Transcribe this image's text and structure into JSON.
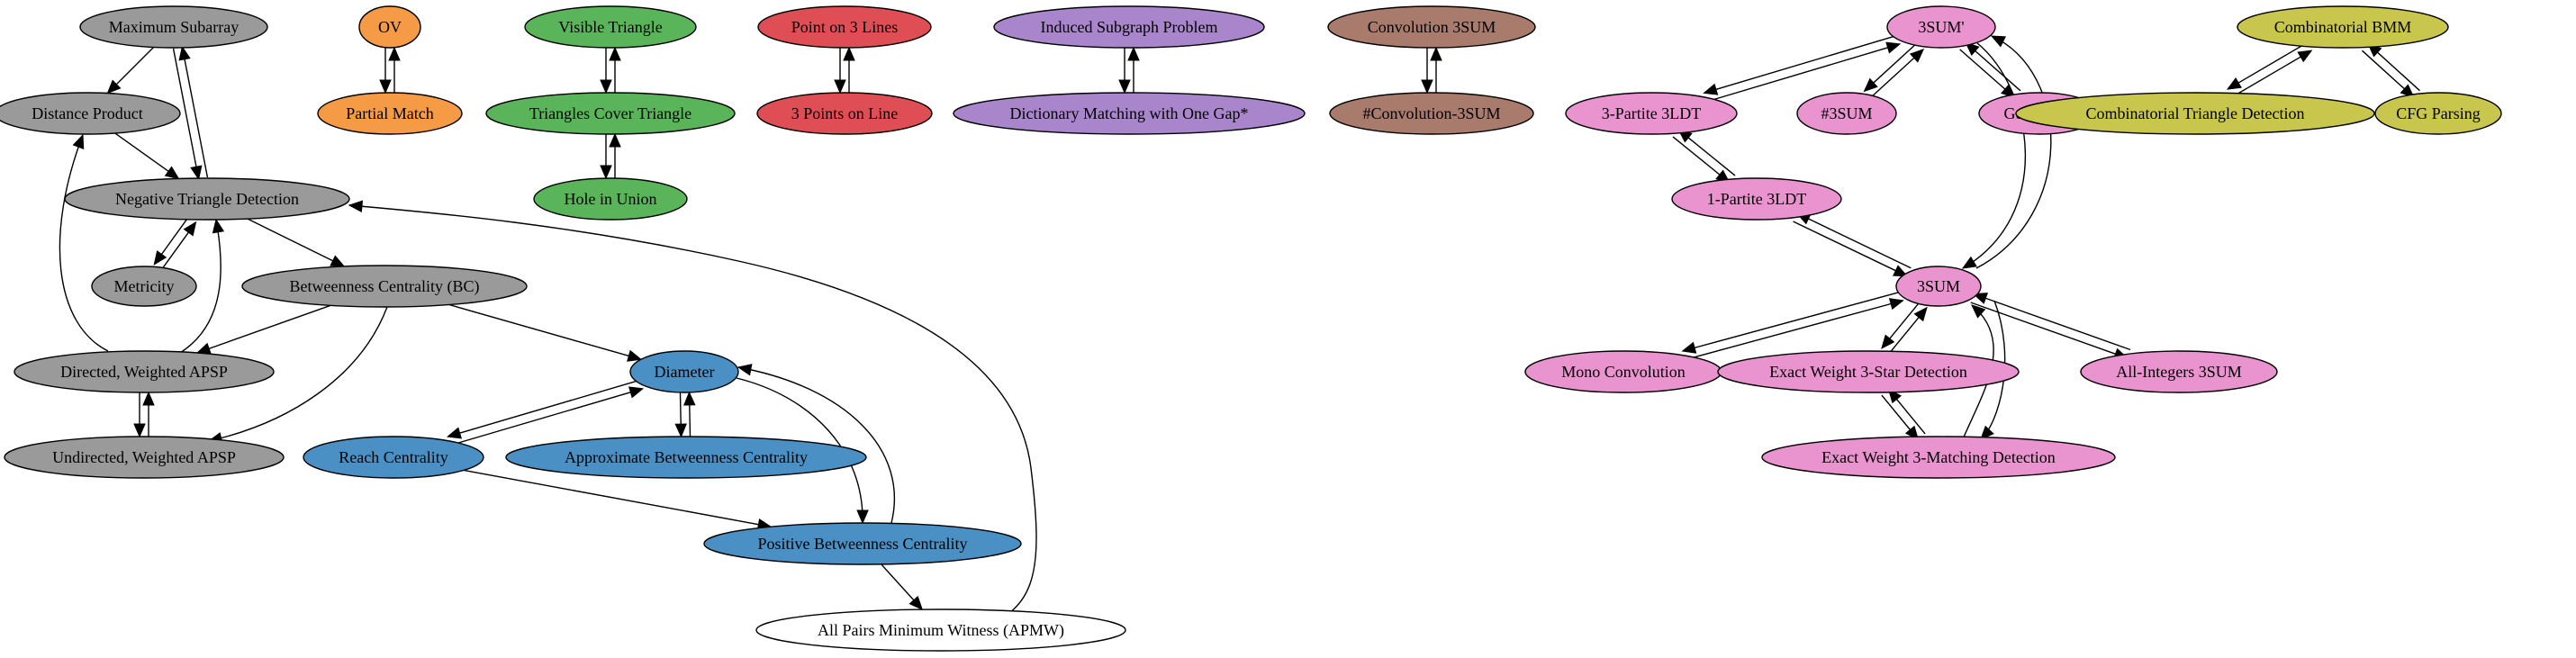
{
  "colors": {
    "gray": "#9a9a9a",
    "orange": "#f59a45",
    "green": "#5ab55a",
    "red": "#e04e55",
    "purple": "#a986cc",
    "brown": "#a87b6c",
    "pink": "#e993cf",
    "olive": "#c9c64e",
    "blue": "#4a90c4",
    "white": "#ffffff"
  },
  "nodes": [
    {
      "id": "max_subarray",
      "label": "Maximum Subarray",
      "color": "gray"
    },
    {
      "id": "distance_product",
      "label": "Distance Product",
      "color": "gray"
    },
    {
      "id": "neg_triangle",
      "label": "Negative Triangle Detection",
      "color": "gray"
    },
    {
      "id": "metricity",
      "label": "Metricity",
      "color": "gray"
    },
    {
      "id": "bc",
      "label": "Betweenness Centrality (BC)",
      "color": "gray"
    },
    {
      "id": "dir_apsp",
      "label": "Directed, Weighted APSP",
      "color": "gray"
    },
    {
      "id": "undir_apsp",
      "label": "Undirected, Weighted APSP",
      "color": "gray"
    },
    {
      "id": "ov",
      "label": "OV",
      "color": "orange"
    },
    {
      "id": "partial_match",
      "label": "Partial Match",
      "color": "orange"
    },
    {
      "id": "visible_triangle",
      "label": "Visible Triangle",
      "color": "green"
    },
    {
      "id": "triangles_cover",
      "label": "Triangles Cover Triangle",
      "color": "green"
    },
    {
      "id": "hole_union",
      "label": "Hole in Union",
      "color": "green"
    },
    {
      "id": "point_3_lines",
      "label": "Point on 3 Lines",
      "color": "red"
    },
    {
      "id": "three_points_line",
      "label": "3 Points on Line",
      "color": "red"
    },
    {
      "id": "induced_subgraph",
      "label": "Induced Subgraph Problem",
      "color": "purple"
    },
    {
      "id": "dict_matching",
      "label": "Dictionary Matching with One Gap*",
      "color": "purple"
    },
    {
      "id": "conv_3sum",
      "label": "Convolution 3SUM",
      "color": "brown"
    },
    {
      "id": "sharp_conv_3sum",
      "label": "#Convolution-3SUM",
      "color": "brown"
    },
    {
      "id": "diameter",
      "label": "Diameter",
      "color": "blue"
    },
    {
      "id": "reach_centrality",
      "label": "Reach Centrality",
      "color": "blue"
    },
    {
      "id": "approx_bc",
      "label": "Approximate Betweenness Centrality",
      "color": "blue"
    },
    {
      "id": "positive_bc",
      "label": "Positive Betweenness Centrality",
      "color": "blue"
    },
    {
      "id": "apmw",
      "label": "All Pairs Minimum Witness (APMW)",
      "color": "white"
    },
    {
      "id": "three_sum_prime",
      "label": "3SUM'",
      "color": "pink"
    },
    {
      "id": "three_partite_3ldt",
      "label": "3-Partite 3LDT",
      "color": "pink"
    },
    {
      "id": "sharp_3sum",
      "label": "#3SUM",
      "color": "pink"
    },
    {
      "id": "geombase",
      "label": "GeomBase",
      "color": "pink"
    },
    {
      "id": "one_partite_3ldt",
      "label": "1-Partite 3LDT",
      "color": "pink"
    },
    {
      "id": "three_sum",
      "label": "3SUM",
      "color": "pink"
    },
    {
      "id": "mono_conv",
      "label": "Mono Convolution",
      "color": "pink"
    },
    {
      "id": "exact_3star",
      "label": "Exact Weight 3-Star Detection",
      "color": "pink"
    },
    {
      "id": "all_int_3sum",
      "label": "All-Integers 3SUM",
      "color": "pink"
    },
    {
      "id": "exact_3matching",
      "label": "Exact Weight 3-Matching Detection",
      "color": "pink"
    },
    {
      "id": "comb_bmm",
      "label": "Combinatorial BMM",
      "color": "olive"
    },
    {
      "id": "comb_triangle",
      "label": "Combinatorial Triangle Detection",
      "color": "olive"
    },
    {
      "id": "cfg_parsing",
      "label": "CFG Parsing",
      "color": "olive"
    }
  ],
  "edges": [
    {
      "from": "max_subarray",
      "to": "distance_product"
    },
    {
      "from": "max_subarray",
      "to": "neg_triangle"
    },
    {
      "from": "neg_triangle",
      "to": "max_subarray"
    },
    {
      "from": "distance_product",
      "to": "neg_triangle"
    },
    {
      "from": "neg_triangle",
      "to": "metricity"
    },
    {
      "from": "metricity",
      "to": "neg_triangle"
    },
    {
      "from": "neg_triangle",
      "to": "bc"
    },
    {
      "from": "dir_apsp",
      "to": "distance_product"
    },
    {
      "from": "dir_apsp",
      "to": "neg_triangle"
    },
    {
      "from": "bc",
      "to": "dir_apsp"
    },
    {
      "from": "bc",
      "to": "undir_apsp"
    },
    {
      "from": "dir_apsp",
      "to": "undir_apsp"
    },
    {
      "from": "undir_apsp",
      "to": "dir_apsp"
    },
    {
      "from": "bc",
      "to": "diameter"
    },
    {
      "from": "diameter",
      "to": "reach_centrality"
    },
    {
      "from": "reach_centrality",
      "to": "diameter"
    },
    {
      "from": "diameter",
      "to": "approx_bc"
    },
    {
      "from": "approx_bc",
      "to": "diameter"
    },
    {
      "from": "diameter",
      "to": "positive_bc"
    },
    {
      "from": "positive_bc",
      "to": "diameter"
    },
    {
      "from": "reach_centrality",
      "to": "positive_bc"
    },
    {
      "from": "positive_bc",
      "to": "apmw"
    },
    {
      "from": "apmw",
      "to": "neg_triangle"
    },
    {
      "from": "ov",
      "to": "partial_match"
    },
    {
      "from": "partial_match",
      "to": "ov"
    },
    {
      "from": "visible_triangle",
      "to": "triangles_cover"
    },
    {
      "from": "triangles_cover",
      "to": "visible_triangle"
    },
    {
      "from": "triangles_cover",
      "to": "hole_union"
    },
    {
      "from": "hole_union",
      "to": "triangles_cover"
    },
    {
      "from": "point_3_lines",
      "to": "three_points_line"
    },
    {
      "from": "three_points_line",
      "to": "point_3_lines"
    },
    {
      "from": "induced_subgraph",
      "to": "dict_matching"
    },
    {
      "from": "dict_matching",
      "to": "induced_subgraph"
    },
    {
      "from": "conv_3sum",
      "to": "sharp_conv_3sum"
    },
    {
      "from": "sharp_conv_3sum",
      "to": "conv_3sum"
    },
    {
      "from": "three_sum_prime",
      "to": "three_partite_3ldt"
    },
    {
      "from": "three_partite_3ldt",
      "to": "three_sum_prime"
    },
    {
      "from": "three_sum_prime",
      "to": "sharp_3sum"
    },
    {
      "from": "sharp_3sum",
      "to": "three_sum_prime"
    },
    {
      "from": "three_sum_prime",
      "to": "geombase"
    },
    {
      "from": "geombase",
      "to": "three_sum_prime"
    },
    {
      "from": "three_sum_prime",
      "to": "three_sum"
    },
    {
      "from": "three_sum",
      "to": "three_sum_prime"
    },
    {
      "from": "three_partite_3ldt",
      "to": "one_partite_3ldt"
    },
    {
      "from": "one_partite_3ldt",
      "to": "three_partite_3ldt"
    },
    {
      "from": "one_partite_3ldt",
      "to": "three_sum"
    },
    {
      "from": "three_sum",
      "to": "one_partite_3ldt"
    },
    {
      "from": "three_sum",
      "to": "mono_conv"
    },
    {
      "from": "mono_conv",
      "to": "three_sum"
    },
    {
      "from": "three_sum",
      "to": "exact_3star"
    },
    {
      "from": "exact_3star",
      "to": "three_sum"
    },
    {
      "from": "three_sum",
      "to": "all_int_3sum"
    },
    {
      "from": "all_int_3sum",
      "to": "three_sum"
    },
    {
      "from": "three_sum",
      "to": "exact_3matching"
    },
    {
      "from": "exact_3matching",
      "to": "three_sum"
    },
    {
      "from": "exact_3star",
      "to": "exact_3matching"
    },
    {
      "from": "exact_3matching",
      "to": "exact_3star"
    },
    {
      "from": "comb_bmm",
      "to": "comb_triangle"
    },
    {
      "from": "comb_triangle",
      "to": "comb_bmm"
    },
    {
      "from": "comb_bmm",
      "to": "cfg_parsing"
    },
    {
      "from": "cfg_parsing",
      "to": "comb_bmm"
    }
  ]
}
